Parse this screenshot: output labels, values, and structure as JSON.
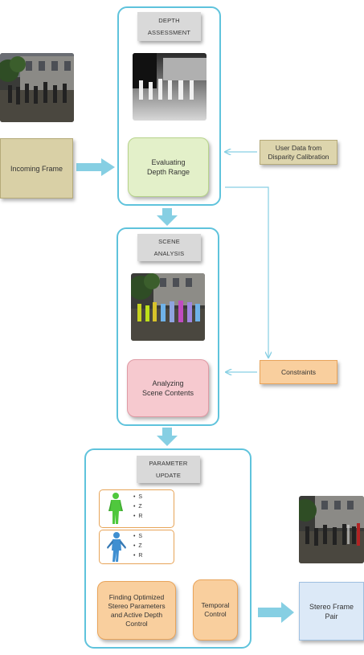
{
  "colors": {
    "panel_border": "#5fc3dc",
    "arrow": "#86cfe3",
    "green_box": "#e3f0c9",
    "pink_box": "#f6c9cf",
    "orange_box": "#f9cf9e",
    "tan_box": "#d9d0a6",
    "blue_box": "#dce9f7",
    "figure_green": "#4fc83d",
    "figure_blue": "#3f8fd1"
  },
  "depth_panel": {
    "header_line1": "DEPTH",
    "header_line2": "ASSESSMENT",
    "process_line1": "Evaluating",
    "process_line2": "Depth Range"
  },
  "scene_panel": {
    "header_line1": "SCENE",
    "header_line2": "ANALYSIS",
    "process_line1": "Analyzing",
    "process_line2": "Scene Contents"
  },
  "parameter_panel": {
    "header_line1": "PARAMETER",
    "header_line2": "UPDATE",
    "cards": [
      {
        "icon": "green-figure-icon",
        "params": [
          "S",
          "Z",
          "R"
        ]
      },
      {
        "icon": "blue-figure-icon",
        "params": [
          "S",
          "Z",
          "R"
        ]
      }
    ],
    "optimize_line1": "Finding Optimized",
    "optimize_line2": "Stereo Parameters",
    "optimize_line3": "and Active Depth",
    "optimize_line4": "Control",
    "temporal_line1": "Temporal",
    "temporal_line2": "Control"
  },
  "inputs": {
    "incoming_frame": "Incoming Frame",
    "user_data_line1": "User Data from",
    "user_data_line2": "Disparity Calibration",
    "constraints": "Constraints"
  },
  "output": {
    "stereo_line1": "Stereo Frame",
    "stereo_line2": "Pair"
  }
}
